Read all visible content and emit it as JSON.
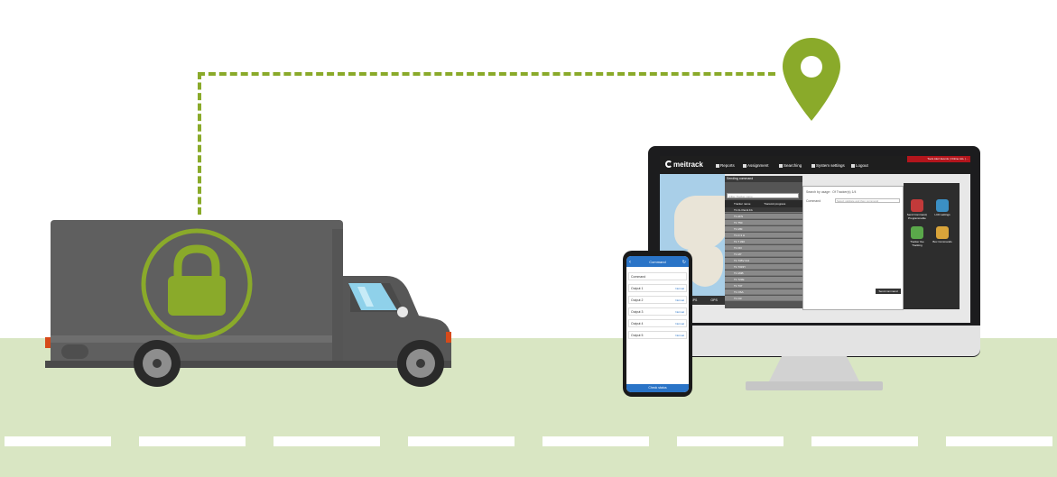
{
  "colors": {
    "accent": "#8aaa2a",
    "road": "#d9e6c3",
    "truck_body": "#5a5a5a",
    "phone_blue": "#2a74c7",
    "alert_red": "#b3151c"
  },
  "icons": [
    "map-pin-icon",
    "lock-icon",
    "refresh-icon",
    "back-icon"
  ],
  "desktop": {
    "logo": "meitrack",
    "menu": [
      "Reports",
      "Assignment",
      "Searching",
      "System settings",
      "Logout"
    ],
    "alert_text": "Tools   Alert   Events   | Online   ALL | ...",
    "dialog_title": "Sending command",
    "list_search_placeholder": "Filter Tracker name",
    "list_columns": [
      "Tracker name",
      "Transmit progress"
    ],
    "list_rows": [
      "T1 FL Parck FA",
      "T1 AFS",
      "T1 T50",
      "T1 MM",
      "T1 D 3 H",
      "T1 T 330",
      "T1 DO",
      "T1 M7",
      "T1 T35V Ct4",
      "T1 T333Y",
      "T1 M4B",
      "T1 T23E",
      "T1 T37",
      "T1 OSA",
      "T1 I33"
    ],
    "search_label": "Search by usage : Of Tracker(s) 1/4",
    "command_label": "Command",
    "command_placeholder": "Select validate and then command",
    "send_button": "Send command",
    "tools": [
      "Send Command, Programmable",
      "LCD settings",
      "Tracker live Tracking",
      "Box Commands"
    ],
    "status_labels": [
      "GPS",
      "GPS"
    ]
  },
  "phone": {
    "title": "Command",
    "rows": [
      {
        "label": "Command",
        "value": ""
      },
      {
        "label": "Output 1",
        "value": "Normal"
      },
      {
        "label": "Output 2",
        "value": "Normal"
      },
      {
        "label": "Output 3",
        "value": "Normal"
      },
      {
        "label": "Output 4",
        "value": "Normal"
      },
      {
        "label": "Output 5",
        "value": "Normal"
      }
    ],
    "button": "Check status"
  }
}
